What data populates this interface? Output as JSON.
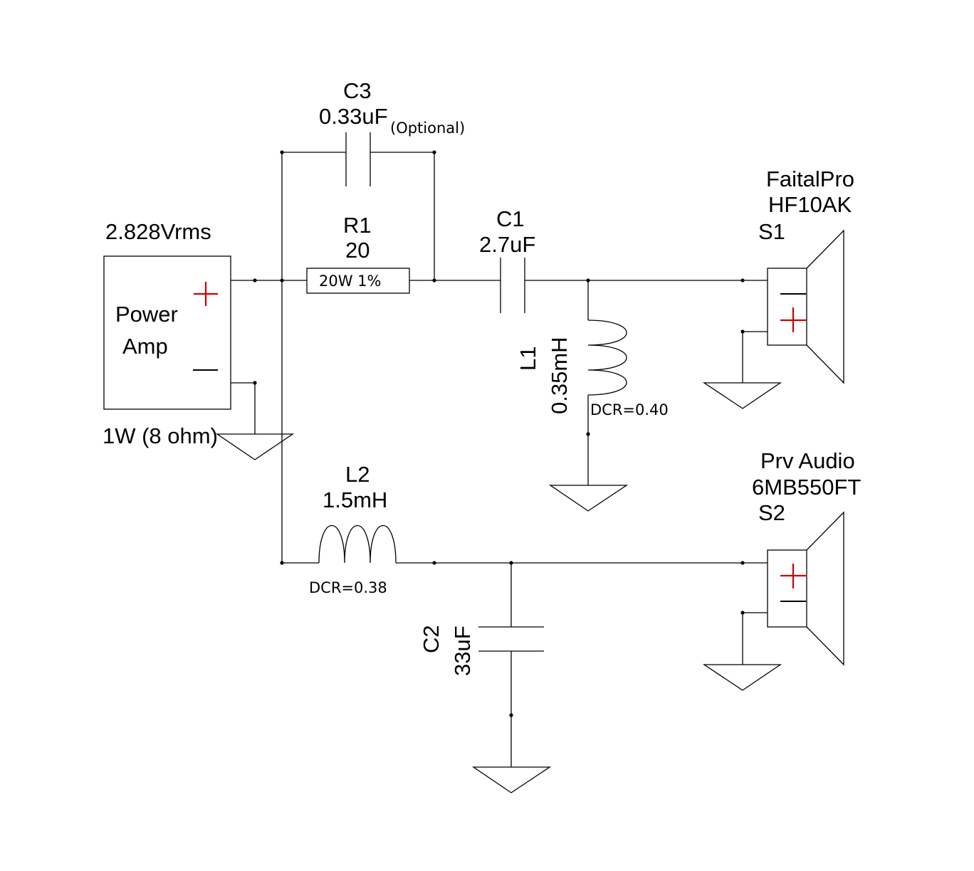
{
  "power_amp": {
    "voltage": "2.828Vrms",
    "name_line1": "Power",
    "name_line2": "Amp",
    "plus": "+",
    "minus": "—",
    "rating": "1W (8 ohm)"
  },
  "c3": {
    "ref": "C3",
    "value": "0.33uF",
    "note": "(Optional)"
  },
  "r1": {
    "ref": "R1",
    "value": "20",
    "body": "20W 1%"
  },
  "c1": {
    "ref": "C1",
    "value": "2.7uF"
  },
  "l1": {
    "ref": "L1",
    "value": "0.35mH",
    "dcr": "DCR=0.40"
  },
  "l2": {
    "ref": "L2",
    "value": "1.5mH",
    "dcr": "DCR=0.38"
  },
  "c2": {
    "ref": "C2",
    "value": "33uF"
  },
  "s1": {
    "brand": "FaitalPro",
    "model": "HF10AK",
    "ref": "S1",
    "plus": "+",
    "minus": "—"
  },
  "s2": {
    "brand": "Prv Audio",
    "model": "6MB550FT",
    "ref": "S2",
    "plus": "+",
    "minus": "—"
  },
  "colors": {
    "wire": "#000000",
    "polarity": "#cc0000",
    "background": "#ffffff"
  }
}
